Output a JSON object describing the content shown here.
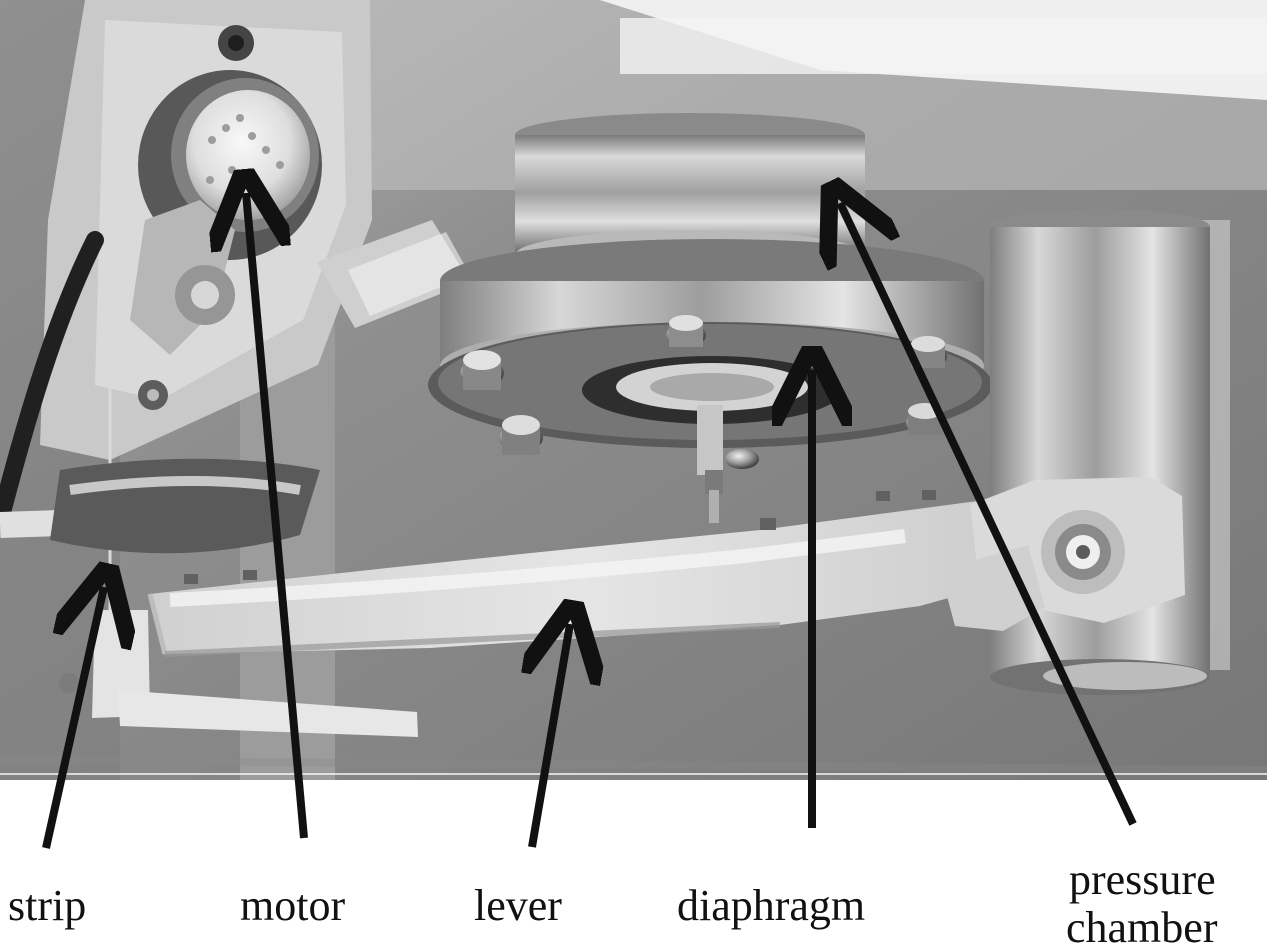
{
  "labels": {
    "strip": "strip",
    "motor": "motor",
    "lever": "lever",
    "diaphragm": "diaphragm",
    "pressure_chamber_line1": "pressure",
    "pressure_chamber_line2": "chamber"
  },
  "colors": {
    "photo_background": "#8d8d8d",
    "metal_light": "#d7d7d7",
    "metal_mid": "#a7a7a7",
    "metal_dark": "#545454",
    "arrow": "#111111",
    "label_text": "#111111"
  }
}
